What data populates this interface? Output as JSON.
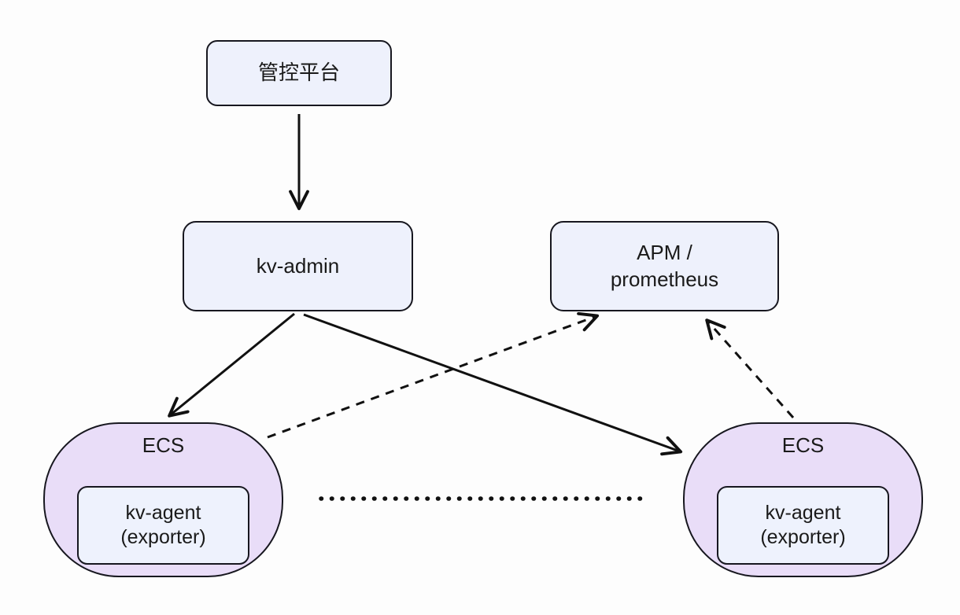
{
  "colors": {
    "canvas_bg": "#fdfdfd",
    "box_fill": "#eef1fc",
    "ellipse_fill": "#e9ddf8",
    "inner_box_fill": "#eef2fd",
    "border": "#17171f",
    "arrow": "#111111",
    "text": "#1a1a1a"
  },
  "nodes": {
    "control_platform": {
      "label": "管控平台"
    },
    "kv_admin": {
      "label": "kv-admin"
    },
    "apm": {
      "label": "APM / prometheus"
    },
    "ecs_left": {
      "label": "ECS",
      "agent": "kv-agent (exporter)"
    },
    "ecs_right": {
      "label": "ECS",
      "agent": "kv-agent (exporter)"
    }
  },
  "edges": {
    "control_to_admin": "solid-arrow",
    "admin_to_ecs_left": "solid-arrow",
    "admin_to_ecs_right": "solid-arrow",
    "ecs_left_to_apm": "dashed-arrow",
    "ecs_right_to_apm": "dashed-arrow",
    "ecs_left_to_ecs_right": "dotted-line"
  }
}
